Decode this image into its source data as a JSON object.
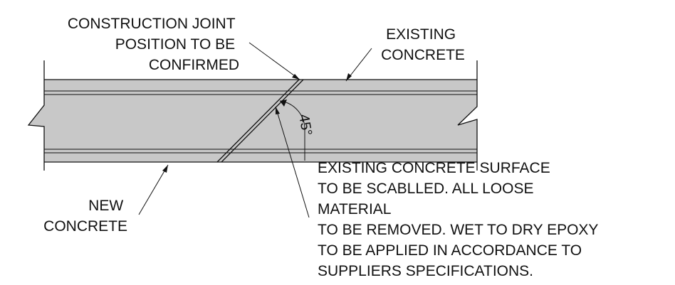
{
  "drawing": {
    "labels": {
      "construction_joint": [
        "CONSTRUCTION JOINT",
        "POSITION TO BE",
        "CONFIRMED"
      ],
      "existing_concrete": [
        "EXISTING",
        "CONCRETE"
      ],
      "new_concrete": [
        "NEW",
        "CONCRETE"
      ],
      "surface_note": [
        "EXISTING CONCRETE SURFACE",
        "TO BE SCABLLED. ALL LOOSE",
        "MATERIAL",
        "TO BE REMOVED. WET TO DRY EPOXY",
        "TO BE APPLIED IN ACCORDANCE TO",
        "SUPPLIERS SPECIFICATIONS."
      ],
      "angle": "45°"
    },
    "colors": {
      "concrete_fill": "#c8c8c8",
      "line": "#111111",
      "background": "#ffffff"
    }
  }
}
